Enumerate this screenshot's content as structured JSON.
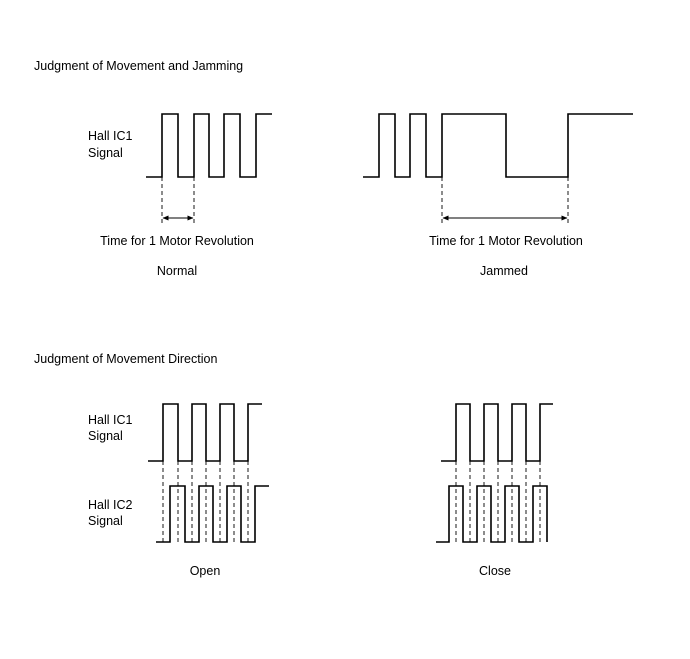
{
  "sections": {
    "movement_jamming": {
      "title": "Judgment of Movement and Jamming",
      "hall_ic1_label": [
        "Hall IC1",
        "Signal"
      ],
      "normal": {
        "dimension_label": "Time for 1 Motor Revolution",
        "caption": "Normal"
      },
      "jammed": {
        "dimension_label": "Time for 1 Motor Revolution",
        "caption": "Jammed"
      }
    },
    "movement_direction": {
      "title": "Judgment of Movement Direction",
      "hall_ic1_label": [
        "Hall IC1",
        "Signal"
      ],
      "hall_ic2_label": [
        "Hall IC2",
        "Signal"
      ],
      "open": {
        "caption": "Open"
      },
      "close": {
        "caption": "Close"
      }
    }
  },
  "colors": {
    "line": "#000000",
    "background": "#ffffff"
  }
}
